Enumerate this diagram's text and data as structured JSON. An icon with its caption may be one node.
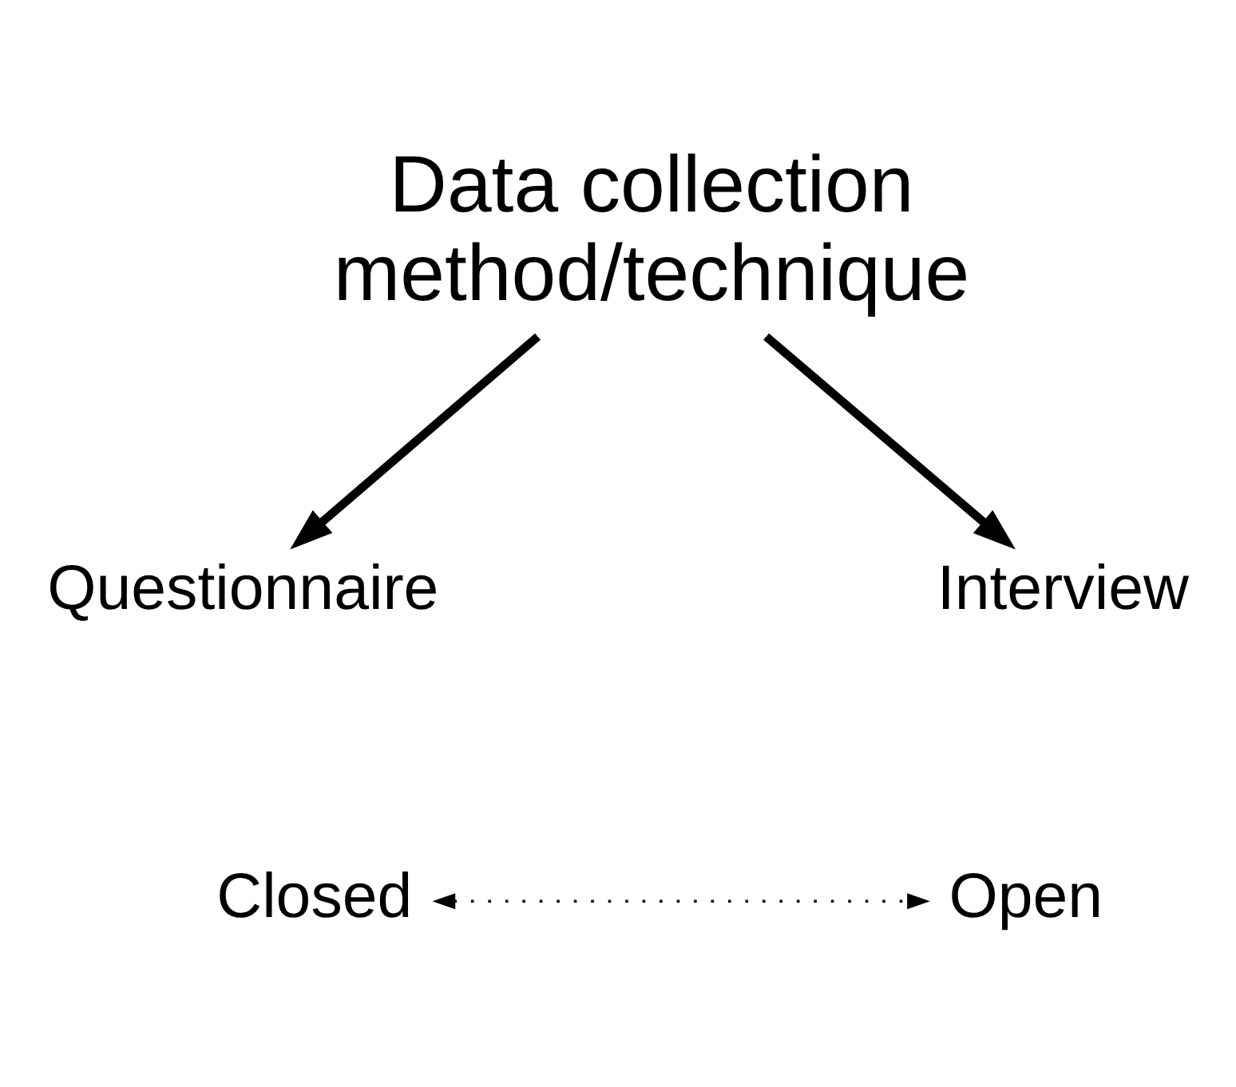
{
  "diagram": {
    "nodes": [
      {
        "text": [
          "Data collection method/technique"
        ]
      },
      {
        "text": [
          "Questionnaire"
        ]
      },
      {
        "text": [
          "Interview"
        ]
      },
      {
        "text": [
          "Closed"
        ]
      },
      {
        "text": [
          "Open"
        ]
      }
    ],
    "edges": [
      {
        "from": 0,
        "to": 1,
        "arrow": "to"
      },
      {
        "from": 0,
        "to": 2,
        "arrow": "to"
      },
      {
        "from": 3,
        "to": 4,
        "arrow": "both",
        "style": "dashed"
      }
    ]
  }
}
